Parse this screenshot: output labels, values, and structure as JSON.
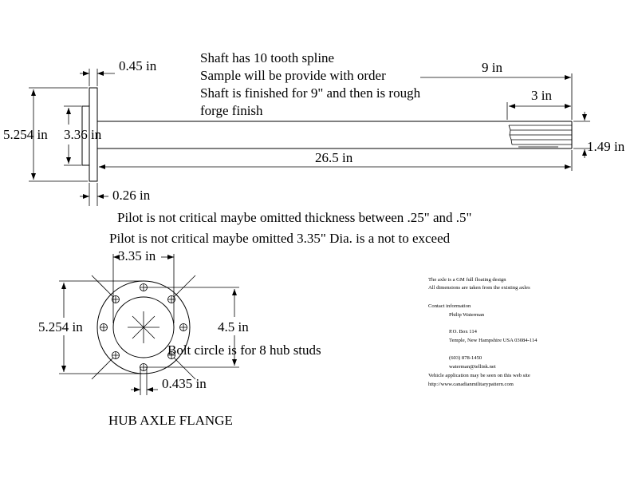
{
  "shaft_view": {
    "dim_flange_thickness": "0.45 in",
    "dim_flange_dia": "5.254 in",
    "dim_pilot_dia": "3.36 in",
    "dim_pilot_thickness": "0.26 in",
    "dim_finished_length": "9 in",
    "dim_spline_length": "3 in",
    "dim_shaft_dia": "1.49 in",
    "dim_overall_length": "26.5 in",
    "notes": [
      "Shaft has 10 tooth spline",
      "Sample will be provide with order",
      "Shaft is finished for 9\" and then is rough",
      "forge finish"
    ],
    "pilot_note_1": "Pilot is not critical maybe omitted thickness between .25\" and .5\"",
    "pilot_note_2": "Pilot is not critical maybe omitted 3.35\" Dia. is a not to exceed"
  },
  "flange_view": {
    "dim_pilot_dia": "3.35 in",
    "dim_flange_dia": "5.254 in",
    "dim_bolt_circle": "4.5 in",
    "dim_hole_dia": "0.435 in",
    "bolt_note": "Bolt circle is for 8 hub studs",
    "caption": "HUB AXLE FLANGE"
  },
  "info_block": {
    "line1": "The axle is a GM full floating design",
    "line2": "All dimensions are taken from the existing axles",
    "contact_heading": "Contact information",
    "name": "Philip Waterman",
    "address1": "P.O. Box 114",
    "address2": "Temple, New Hampshire USA 03084-114",
    "phone": "(603) 878-1450",
    "email": "waterman@tellink.net",
    "web_note": "Vehicle application may be seen on this web site",
    "url": "http://www.canadianmilitarypattern.com"
  }
}
